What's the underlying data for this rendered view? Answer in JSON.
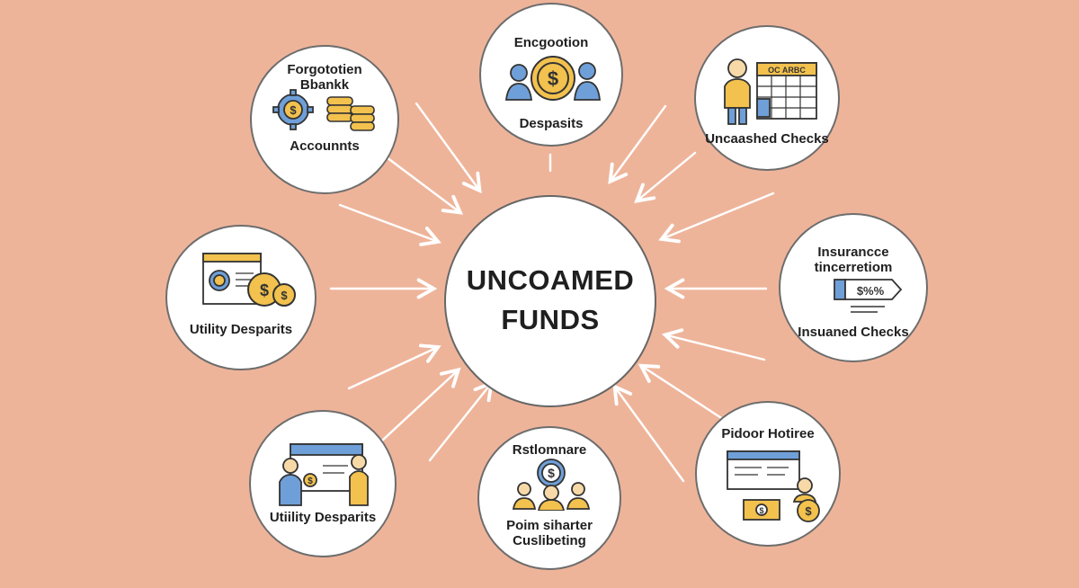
{
  "center": {
    "line1": "UNCOAMED",
    "line2": "FUNDS"
  },
  "nodes": {
    "forgotten_bank_accounts": {
      "title_line1": "Forgototien",
      "title_line2": "Bbankk",
      "bottom": "Accounnts",
      "icons": [
        "gear-dollar-icon",
        "coin-stack-icon"
      ]
    },
    "deposits": {
      "title": "Encgootion",
      "bottom": "Despasits",
      "icons": [
        "people-icon",
        "dollar-coin-icon"
      ]
    },
    "uncashed_checks": {
      "badge": "OC ARBC",
      "bottom": "Uncaashed Checks",
      "icons": [
        "person-icon",
        "calendar-icon"
      ]
    },
    "insurance": {
      "title_line1": "Insurancce",
      "title_line2": "tincerretiom",
      "tag": "$%%",
      "bottom": "Insuaned Checks",
      "icons": [
        "tag-icon"
      ]
    },
    "utility_deposits_left": {
      "bottom": "Utility Desparits",
      "icons": [
        "document-gear-icon",
        "dollar-coins-icon"
      ]
    },
    "utility_deposits_lower": {
      "bottom": "Utiility Desparits",
      "icons": [
        "people-board-icon"
      ]
    },
    "retirement": {
      "title": "Rstlomnare",
      "bottom_line1": "Poim siharter",
      "bottom_line2": "Cuslibeting",
      "icons": [
        "group-dollar-icon"
      ]
    },
    "payroll": {
      "title": "Pidoor Hotiree",
      "icons": [
        "browser-window-icon",
        "person-coin-icon",
        "cash-bill-icon"
      ]
    }
  },
  "colors": {
    "background": "#eeb49a",
    "accent_gold": "#f2c14e",
    "accent_blue": "#6f9fd8",
    "outline": "#333333"
  }
}
